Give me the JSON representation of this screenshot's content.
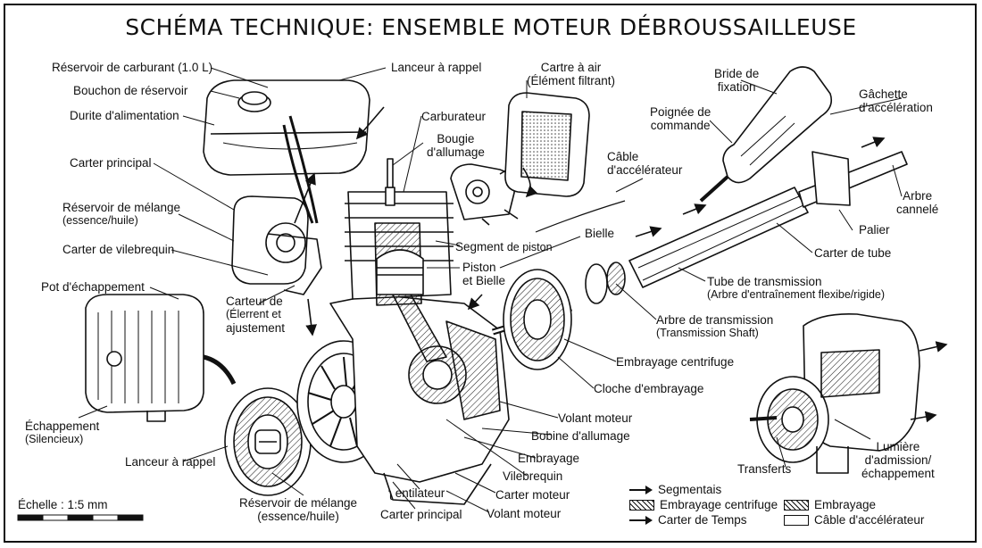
{
  "title": "SCHÉMA TECHNIQUE: ENSEMBLE MOTEUR DÉBROUSSAILLEUSE",
  "labels": {
    "reservoir_carburant": "Réservoir de carburant (1.0 L)",
    "bouchon_reservoir": "Bouchon de réservoir",
    "durite_alimentation": "Durite d'alimentation",
    "carter_principal_left": "Carter principal",
    "reservoir_melange_left_1": "Réservoir de mélange",
    "reservoir_melange_left_2": "(essence/huile)",
    "carter_vilebrequin": "Carter de vilebrequin",
    "pot_echappement": "Pot d'échappement",
    "echappement_1": "Échappement",
    "echappement_2": "(Silencieux)",
    "lanceur_rappel_top": "Lanceur à rappel",
    "lanceur_rappel_bottom": "Lanceur à rappel",
    "carburateur": "Carburateur",
    "bougie_1": "Bougie",
    "bougie_2": "d'allumage",
    "cartre_air_1": "Cartre à air",
    "cartre_air_2": "(Élément filtrant)",
    "carteur_1": "Carteur de",
    "carteur_2": "(Élerrent et",
    "carteur_3": "ajustement",
    "segment_1": "Segment",
    "segment_2": "de piston",
    "piston_1": "Piston",
    "piston_2": "et Bielle",
    "bielle": "Bielle",
    "cable_acc_1": "Câble",
    "cable_acc_2": "d'accélérateur",
    "poignee_1": "Poignée de",
    "poignee_2": "commande",
    "bride_1": "Bride de",
    "bride_2": "fixation",
    "gachette_1": "Gâchette",
    "gachette_2": "d'accélération",
    "arbre_cannele_1": "Arbre",
    "arbre_cannele_2": "cannelé",
    "palier": "Palier",
    "carter_tube": "Carter de tube",
    "tube_trans_1": "Tube de transmission",
    "tube_trans_2": "(Arbre d'entraînement flexibe/rigide)",
    "arbre_trans_1": "Arbre de transmission",
    "arbre_trans_2": "(Transmission Shaft)",
    "embrayage_centrifuge": "Embrayage centrifuge",
    "cloche_embrayage": "Cloche d'embrayage",
    "volant_moteur_right": "Volant moteur",
    "bobine_allumage": "Bobine d'allumage",
    "embrayage": "Embrayage",
    "vilebrequin": "Vilebrequin",
    "carter_moteur": "Carter moteur",
    "volant_moteur_bottom": "Volant moteur",
    "ventilateur": "ʅ entilateur",
    "carter_principal_bottom": "Carter principal",
    "reservoir_melange_bottom_1": "Réservoir de mélange",
    "reservoir_melange_bottom_2": "(essence/huile)",
    "transferts": "Transferts",
    "lumiere_1": "Lumière",
    "lumiere_2": "d'admission/",
    "lumiere_3": "échappement"
  },
  "legend": {
    "segmentais": "Segmentais",
    "embrayage_centrifuge": "Embrayage centrifuge",
    "carter_temps": "Carter de Temps",
    "embrayage": "Embrayage",
    "cable_accelerateur": "Câble d'accélérateur"
  },
  "scale": {
    "label": "Échelle : 1:5 mm"
  },
  "icons": {
    "arrow": "arrow-right-icon",
    "hatch": "hatch-swatch-icon",
    "blank": "blank-swatch-icon"
  }
}
